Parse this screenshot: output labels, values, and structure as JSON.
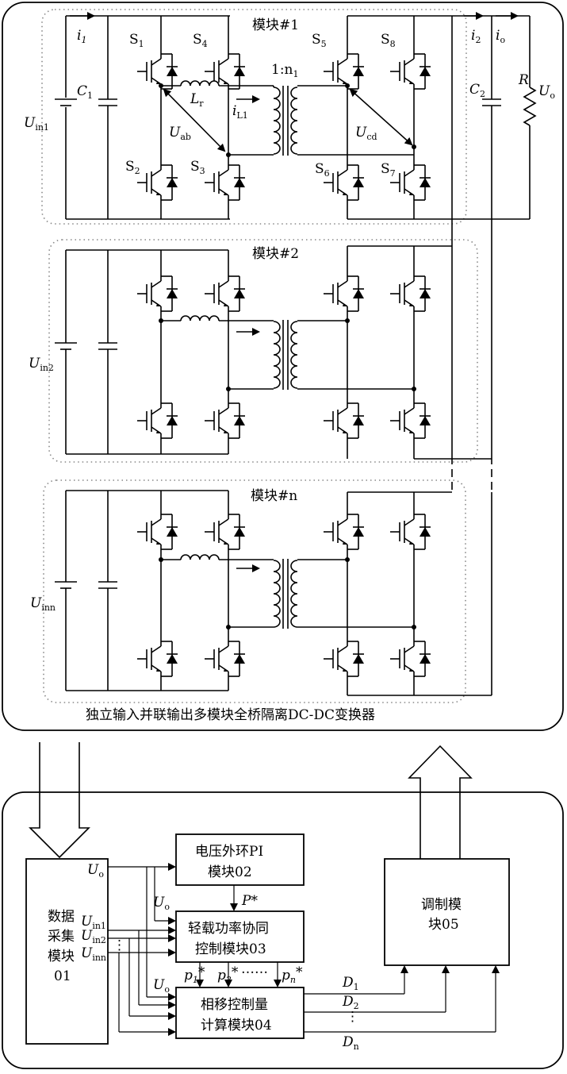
{
  "converter": {
    "caption": "独立输入并联输出多模块全桥隔离DC-DC变换器",
    "module1_title": "模块#1",
    "module2_title": "模块#2",
    "modulen_title": "模块#n",
    "labels": {
      "i1": "i",
      "i1_sub": "1",
      "c1": "C",
      "c1_sub": "1",
      "uin1": "U",
      "uin1_sub": "in1",
      "uin2": "U",
      "uin2_sub": "in2",
      "uinn": "U",
      "uinn_sub": "inn",
      "s1": "S",
      "s1_sub": "1",
      "s2": "S",
      "s2_sub": "2",
      "s3": "S",
      "s3_sub": "3",
      "s4": "S",
      "s4_sub": "4",
      "s5": "S",
      "s5_sub": "5",
      "s6": "S",
      "s6_sub": "6",
      "s7": "S",
      "s7_sub": "7",
      "s8": "S",
      "s8_sub": "8",
      "lr": "L",
      "lr_sub": "r",
      "uab": "U",
      "uab_sub": "ab",
      "il1": "i",
      "il1_sub": "L1",
      "ratio": "1:n",
      "ratio_sub": "1",
      "ucd": "U",
      "ucd_sub": "cd",
      "i2": "i",
      "i2_sub": "2",
      "io": "i",
      "io_sub": "o",
      "c2": "C",
      "c2_sub": "2",
      "r": "R",
      "uo": "U",
      "uo_sub": "o"
    }
  },
  "control": {
    "data_module": [
      "数据",
      "采集",
      "模块",
      "01"
    ],
    "voltage_pi": [
      "电压外环PI",
      "模块02"
    ],
    "light_load": [
      "轻载功率协同",
      "控制模块03"
    ],
    "phase_shift": [
      "相移控制量",
      "计算模块04"
    ],
    "modulation": [
      "调制模",
      "块05"
    ],
    "signals": {
      "uo_a": "U",
      "uo_a_sub": "o",
      "uo_b": "U",
      "uo_b_sub": "o",
      "uo_c": "U",
      "uo_c_sub": "o",
      "uin1": "U",
      "uin1_sub": "in1",
      "uin2": "U",
      "uin2_sub": "in2",
      "uinn": "U",
      "uinn_sub": "inn",
      "pstar": "P*",
      "p1": "p",
      "p1_sub": "1",
      "p1_star": "*",
      "p2": "p",
      "p2_sub": "2",
      "p2_star": "*",
      "pn": "p",
      "pn_sub": "n",
      "pn_star": "*",
      "d1": "D",
      "d1_sub": "1",
      "d2": "D",
      "d2_sub": "2",
      "dn": "D",
      "dn_sub": "n",
      "dots": "……"
    }
  }
}
